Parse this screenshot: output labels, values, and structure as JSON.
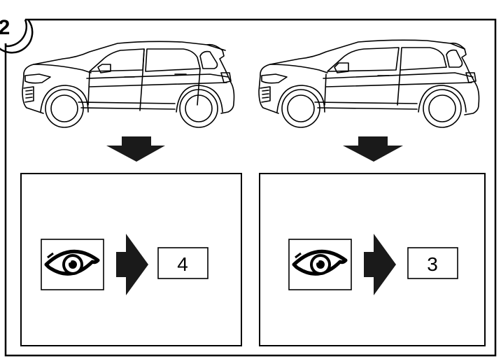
{
  "step": {
    "number": "2"
  },
  "panels": [
    {
      "variant": "5-door",
      "result": "4"
    },
    {
      "variant": "3-door",
      "result": "3"
    }
  ],
  "icons": {
    "car_left": "five-door-suv-icon",
    "car_right": "three-door-suv-icon",
    "down_arrow": "down-arrow-icon",
    "eye": "eye-icon",
    "right_arrow": "right-arrow-icon"
  },
  "colors": {
    "line": "#000000",
    "fill_dark": "#1a1a1a",
    "background": "#ffffff"
  }
}
